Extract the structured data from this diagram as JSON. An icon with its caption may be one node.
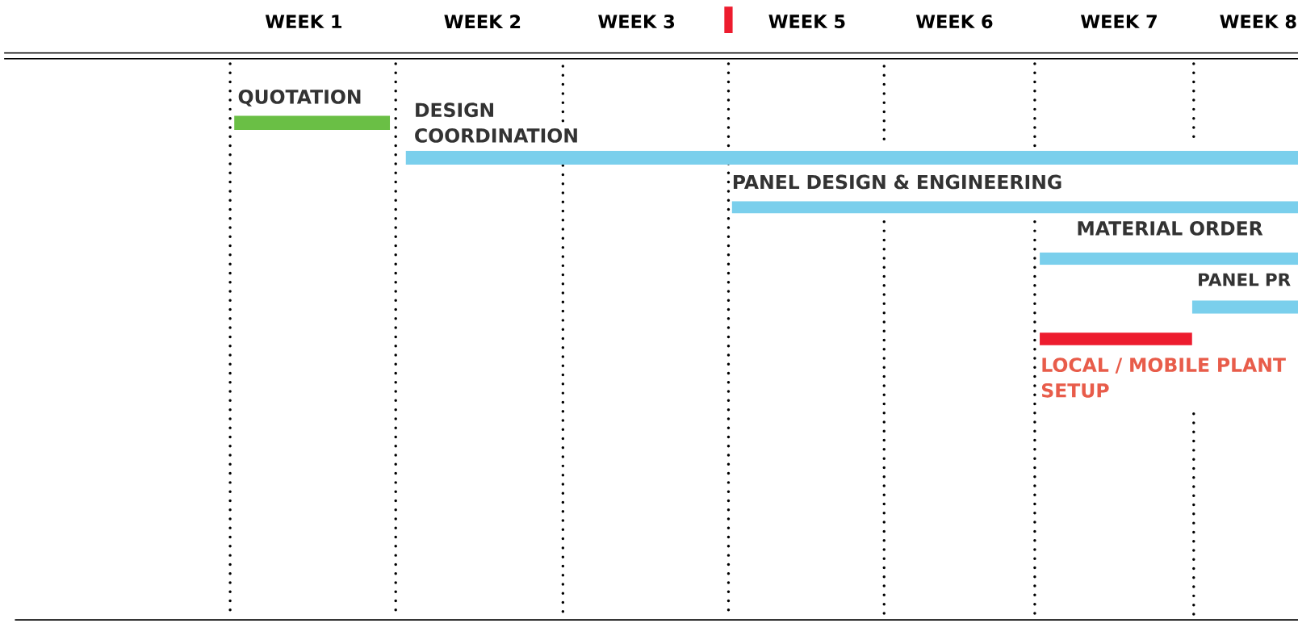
{
  "diagram": {
    "nodes": [
      {
        "text": [
          "QUOTATION"
        ]
      },
      {
        "text": [
          "DESIGN COORDINATION"
        ]
      },
      {
        "text": [
          "PANEL DESIGN & ENGINEERING"
        ]
      },
      {
        "text": [
          "MATERIAL ORDER"
        ]
      },
      {
        "text": [
          "PANEL PR"
        ]
      },
      {
        "text": [
          "LOCAL / MOBILE PLANT SETUP"
        ]
      }
    ],
    "labels": [
      "WEEK 1",
      "WEEK 2",
      "WEEK 3",
      "WEEK 5",
      "WEEK 6",
      "WEEK 7",
      "WEEK 8"
    ]
  }
}
